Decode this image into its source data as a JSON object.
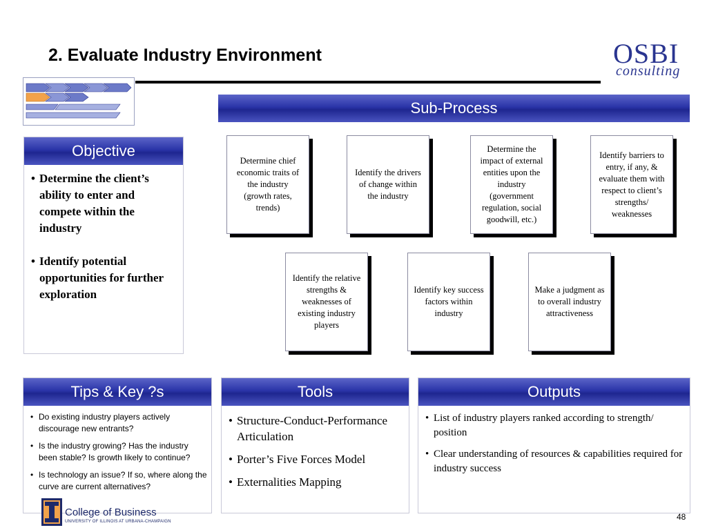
{
  "title": "2. Evaluate Industry Environment",
  "logo": {
    "main": "OSBI",
    "sub": "consulting",
    "color": "#2a3590"
  },
  "subprocess": {
    "heading": "Sub-Process",
    "steps": [
      "Determine chief economic traits of the industry (growth rates, trends)",
      "Identify the drivers of change within the industry",
      "Determine the impact of external entities upon the industry (government regulation, social goodwill, etc.)",
      "Identify barriers to entry, if any, & evaluate them with respect to client’s strengths/ weaknesses",
      "Identify the relative strengths & weaknesses of existing industry players",
      "Identify key success factors within industry",
      "Make a judgment as to overall industry attractiveness"
    ]
  },
  "objective": {
    "heading": "Objective",
    "items": [
      "Determine the client’s ability to enter and compete within the industry",
      "Identify potential opportunities for further exploration"
    ]
  },
  "tips": {
    "heading": "Tips & Key ?s",
    "items": [
      "Do existing industry players actively discourage new entrants?",
      "Is the industry growing?  Has the industry been stable?  Is growth likely to continue?",
      "Is technology an issue?  If so, where along the curve are current alternatives?"
    ]
  },
  "tools": {
    "heading": "Tools",
    "items": [
      "Structure-Conduct-Performance Articulation",
      "Porter’s Five Forces Model",
      "Externalities Mapping"
    ]
  },
  "outputs": {
    "heading": "Outputs",
    "items": [
      "List of industry players ranked according to strength/ position",
      "Clear understanding of resources & capabilities required for industry success"
    ]
  },
  "footer": {
    "college": "College of Business",
    "university": "UNIVERSITY OF ILLINOIS AT URBANA-CHAMPAIGN",
    "page_number": "48"
  },
  "colors": {
    "header_blue": "#2a34a8",
    "accent_orange": "#f2a24a"
  }
}
